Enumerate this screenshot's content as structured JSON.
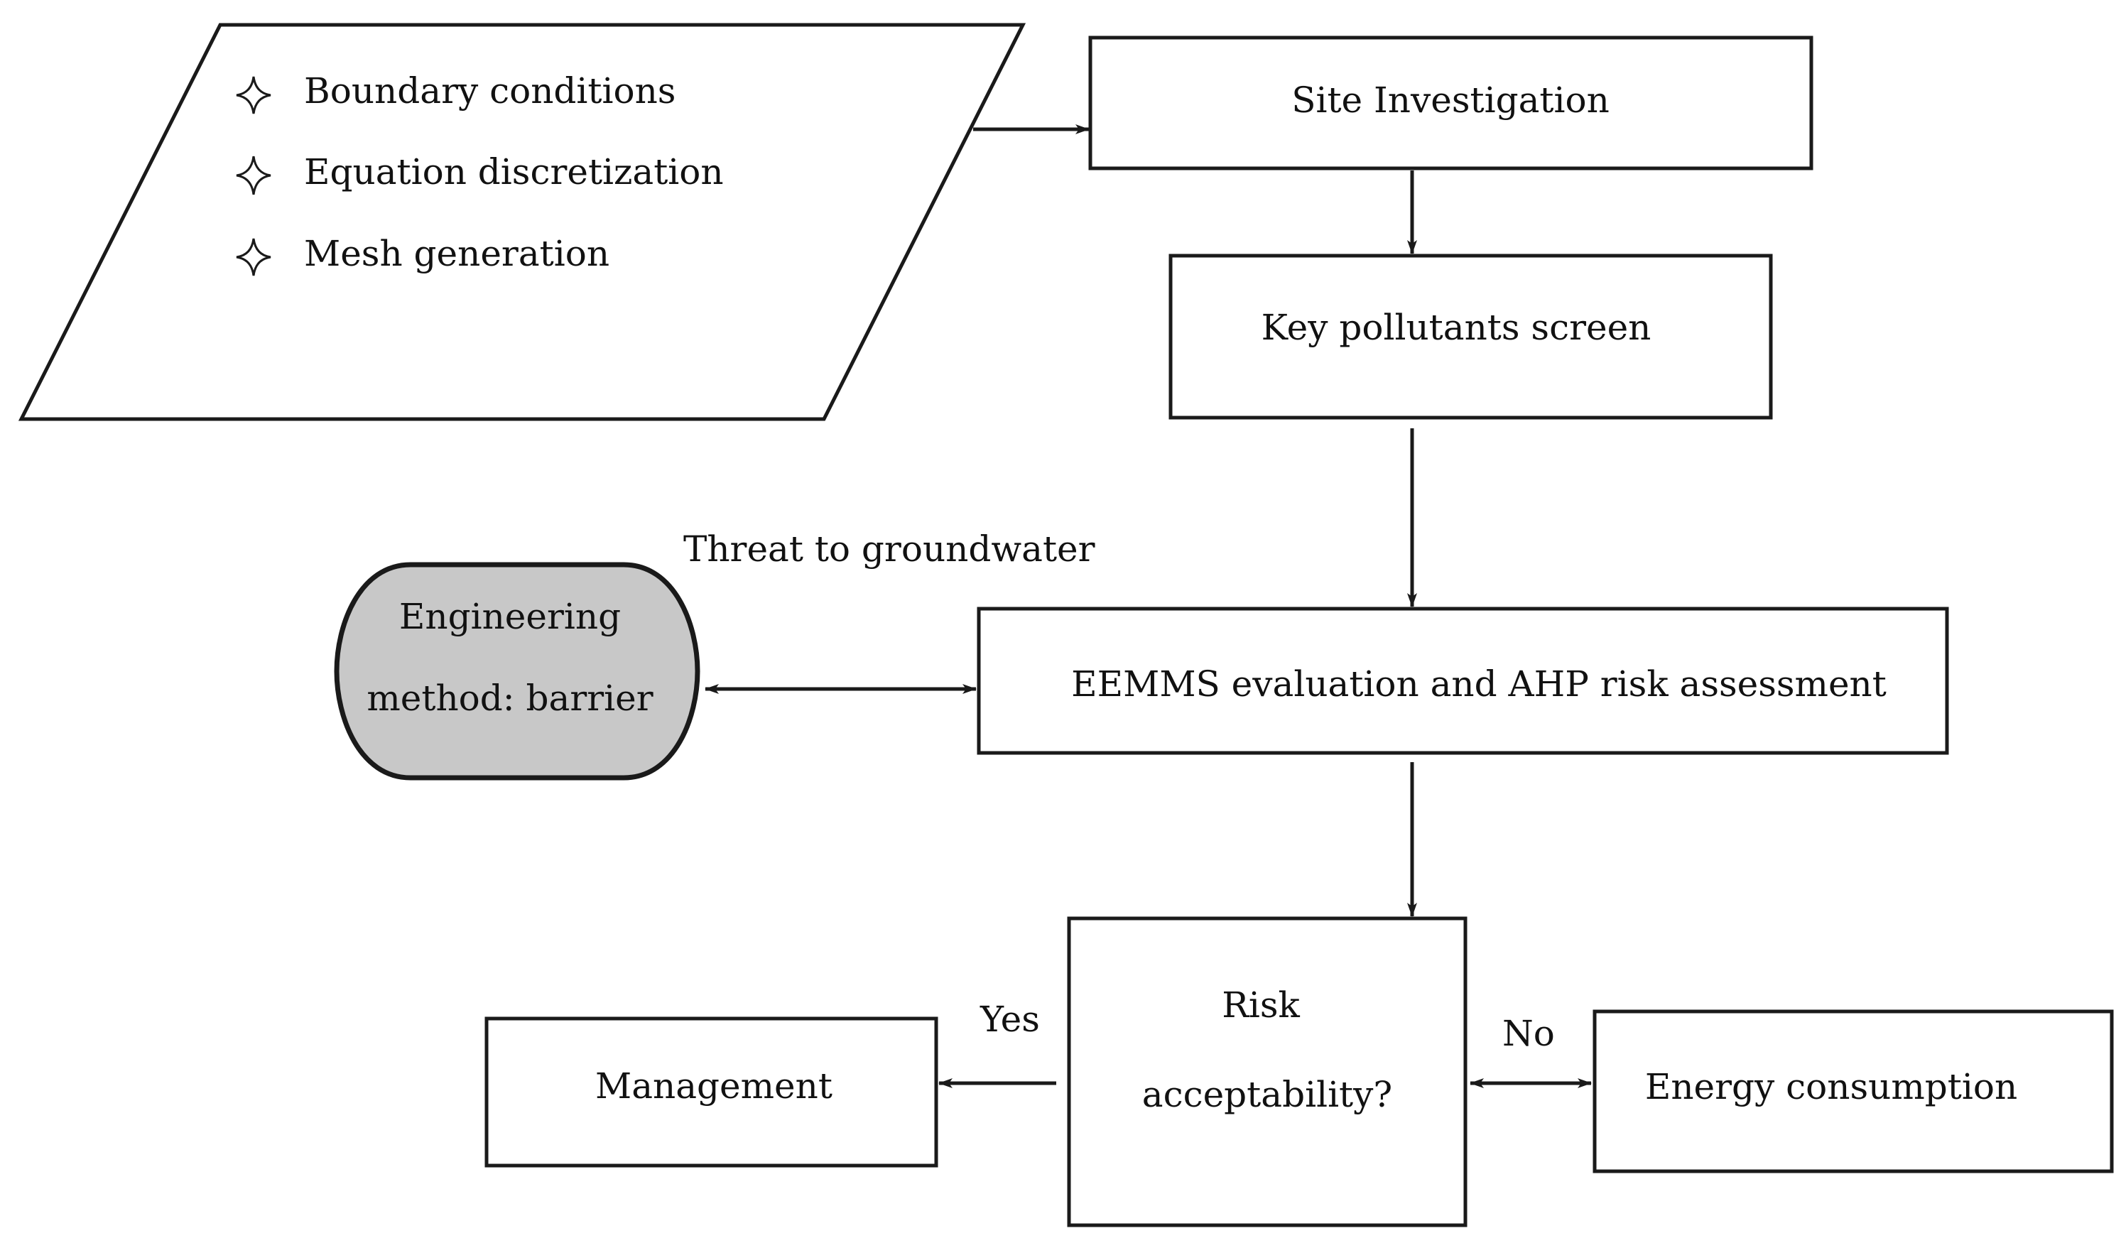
{
  "diagram": {
    "inputs": {
      "items": [
        "Boundary conditions",
        "Equation discretization",
        "Mesh generation"
      ]
    },
    "nodes": {
      "site_investigation": "Site Investigation",
      "key_pollutants": "Key pollutants screen",
      "eemms": "EEMMS evaluation and AHP risk assessment",
      "engineering_line1": "Engineering",
      "engineering_line2": "method: barrier",
      "risk_line1": "Risk",
      "risk_line2": "acceptability?",
      "management": "Management",
      "energy": "Energy consumption"
    },
    "labels": {
      "threat": "Threat to groundwater",
      "yes": "Yes",
      "no": "No"
    },
    "colors": {
      "stroke": "#1a1a1a",
      "engineering_fill": "#c8c8c8",
      "box_fill": "#ffffff"
    },
    "icons": {
      "bullet": "four-point-star-icon"
    }
  }
}
